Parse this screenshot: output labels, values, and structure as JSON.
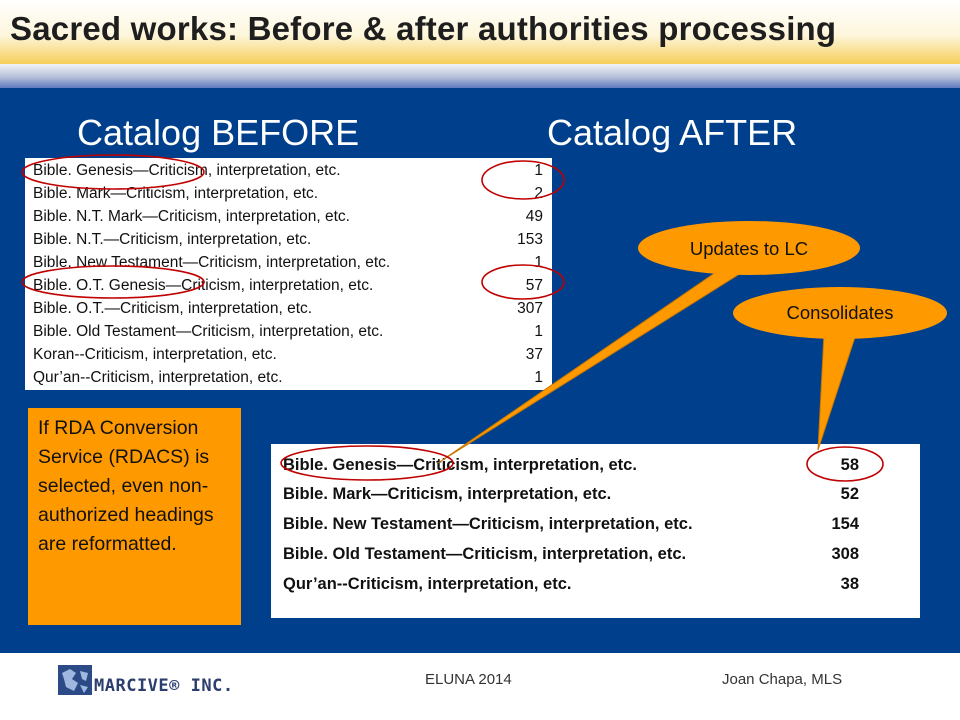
{
  "slide": {
    "title": "Sacred works: Before & after authorities processing",
    "before_heading": "Catalog BEFORE",
    "after_heading": "Catalog AFTER"
  },
  "before_table": [
    {
      "heading": "Bible. Genesis—Criticism, interpretation, etc.",
      "count": "1"
    },
    {
      "heading": "Bible. Mark—Criticism, interpretation, etc.",
      "count": "2"
    },
    {
      "heading": "Bible. N.T. Mark—Criticism, interpretation, etc.",
      "count": "49"
    },
    {
      "heading": "Bible. N.T.—Criticism, interpretation, etc.",
      "count": "153"
    },
    {
      "heading": "Bible. New Testament—Criticism, interpretation, etc.",
      "count": "1"
    },
    {
      "heading": "Bible. O.T. Genesis—Criticism, interpretation, etc.",
      "count": "57"
    },
    {
      "heading": "Bible. O.T.—Criticism, interpretation, etc.",
      "count": "307"
    },
    {
      "heading": "Bible. Old Testament—Criticism, interpretation, etc.",
      "count": "1"
    },
    {
      "heading": "Koran--Criticism, interpretation, etc.",
      "count": "37"
    },
    {
      "heading": "Qur’an--Criticism, interpretation, etc.",
      "count": "1"
    }
  ],
  "after_table": [
    {
      "heading": "Bible. Genesis—Criticism, interpretation, etc.",
      "count": "58"
    },
    {
      "heading": "Bible. Mark—Criticism, interpretation, etc.",
      "count": "52"
    },
    {
      "heading": "Bible. New Testament—Criticism, interpretation, etc.",
      "count": "154"
    },
    {
      "heading": "Bible. Old Testament—Criticism, interpretation, etc.",
      "count": "308"
    },
    {
      "heading": "Qur’an--Criticism, interpretation, etc.",
      "count": "38"
    }
  ],
  "callouts": {
    "updates": "Updates to LC",
    "consolidates": "Consolidates"
  },
  "note": {
    "text": "If RDA Conversion Service (RDACS) is selected, even non-authorized headings are reformatted."
  },
  "footer": {
    "logo_text": "MARCIVE® INC.",
    "center": "ELUNA 2014",
    "right": "Joan Chapa, MLS"
  },
  "colors": {
    "background_blue": "#003f8c",
    "callout_orange": "#ff9900",
    "circle_red": "#c00000",
    "title_gold": "#f0b429"
  }
}
